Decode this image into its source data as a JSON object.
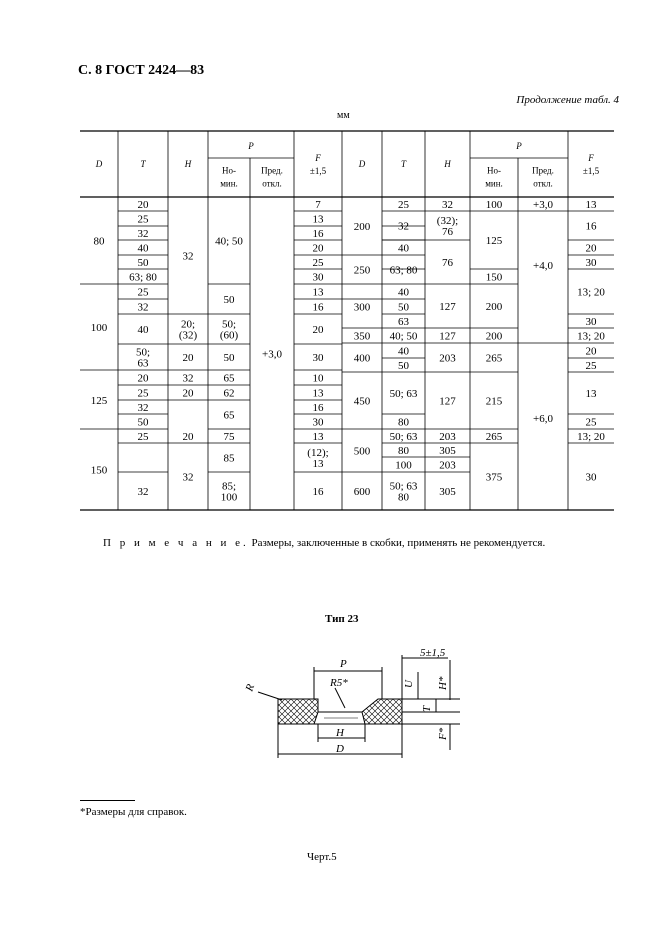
{
  "header": {
    "title": "С. 8 ГОСТ 2424—83",
    "continuation": "Продолжение табл. 4",
    "units": "мм"
  },
  "table": {
    "headers": {
      "D": "D",
      "T": "T",
      "H": "H",
      "P": "P",
      "nom": "Но-\nмин.",
      "pred": "Пред.\nоткл.",
      "F": "F",
      "F_tol": "±1,5"
    },
    "left": [
      {
        "D": "80",
        "T": "20",
        "F": "7"
      },
      {
        "T": "25",
        "F": "13"
      },
      {
        "T": "32",
        "F": "16"
      },
      {
        "T": "40",
        "F": "20"
      },
      {
        "T": "50",
        "F": "25"
      },
      {
        "T": "63; 80",
        "F": "30"
      },
      {
        "D": "100",
        "T": "25",
        "F": "13"
      },
      {
        "T": "32",
        "F": "16"
      },
      {
        "T": "40",
        "H": "20;\n(32)",
        "P": "50;\n(60)",
        "F": "20"
      },
      {
        "T": "50;\n63",
        "H": "20",
        "P": "50",
        "F": "30"
      },
      {
        "D": "125",
        "T": "20",
        "H": "32",
        "P": "65",
        "F": "10"
      },
      {
        "T": "25",
        "H": "20",
        "P": "62",
        "F": "13"
      },
      {
        "T": "32",
        "F": "16"
      },
      {
        "T": "50",
        "F": "30"
      },
      {
        "D": "150",
        "T": "25",
        "H": "20",
        "P": "75",
        "F": "13"
      },
      {
        "P": "85",
        "F": "(12);\n13"
      },
      {
        "T": "32",
        "P": "85;\n100",
        "F": "16"
      }
    ],
    "left_merged": {
      "H80": "32",
      "P80": "40; 50",
      "P100": "50",
      "P125": "65",
      "H150": "32",
      "tol": "+3,0"
    },
    "right": [
      {
        "D": "200",
        "T": "25",
        "H": "32",
        "P": "100",
        "tol": "+3,0",
        "F": "13"
      },
      {
        "T": "32",
        "H": "(32);\n76",
        "F": "16"
      },
      {
        "T": "40",
        "F": "20"
      },
      {
        "T": "63; 80",
        "H": "76",
        "F": "30"
      },
      {
        "D": "250",
        "T": "40",
        "P": "150",
        "F": "13; 20"
      },
      {
        "D": "300",
        "T": "50",
        "H": "127",
        "P": "200",
        "F": "30"
      },
      {
        "T": "63"
      },
      {
        "D": "350",
        "T": "40; 50",
        "H": "127",
        "P": "200",
        "F": "13; 20"
      },
      {
        "D": "400",
        "T": "40",
        "H": "203",
        "P": "265",
        "F": "20"
      },
      {
        "T": "50",
        "F": "25"
      },
      {
        "D": "450",
        "T": "50; 63",
        "H": "127",
        "P": "215",
        "tol": "+6,0",
        "F": "13"
      },
      {
        "T": "80",
        "F": "25"
      },
      {
        "D": "500",
        "T": "50; 63",
        "H": "203",
        "P": "265",
        "F": "13; 20"
      },
      {
        "T": "80",
        "H": "305"
      },
      {
        "T": "100",
        "H": "203",
        "P": "375",
        "F": "30"
      },
      {
        "D": "600",
        "T": "50; 63\n80",
        "H": "305"
      }
    ],
    "right_merged": {
      "P200": "125",
      "tol": "+4,0"
    }
  },
  "note": {
    "label": "П р и м е ч а н и е.",
    "text": "Размеры, заключенные в скобки, применять не рекомендуется."
  },
  "figure": {
    "type_label": "Тип 23",
    "labels": {
      "P": "P",
      "R5": "R5*",
      "S": "5±1,5",
      "U": "U",
      "Hs": "H*",
      "T": "T",
      "Fs": "F*",
      "H": "H",
      "D": "D",
      "R": "R"
    },
    "caption": "Черт.5"
  },
  "footnote": "*Размеры для справок."
}
